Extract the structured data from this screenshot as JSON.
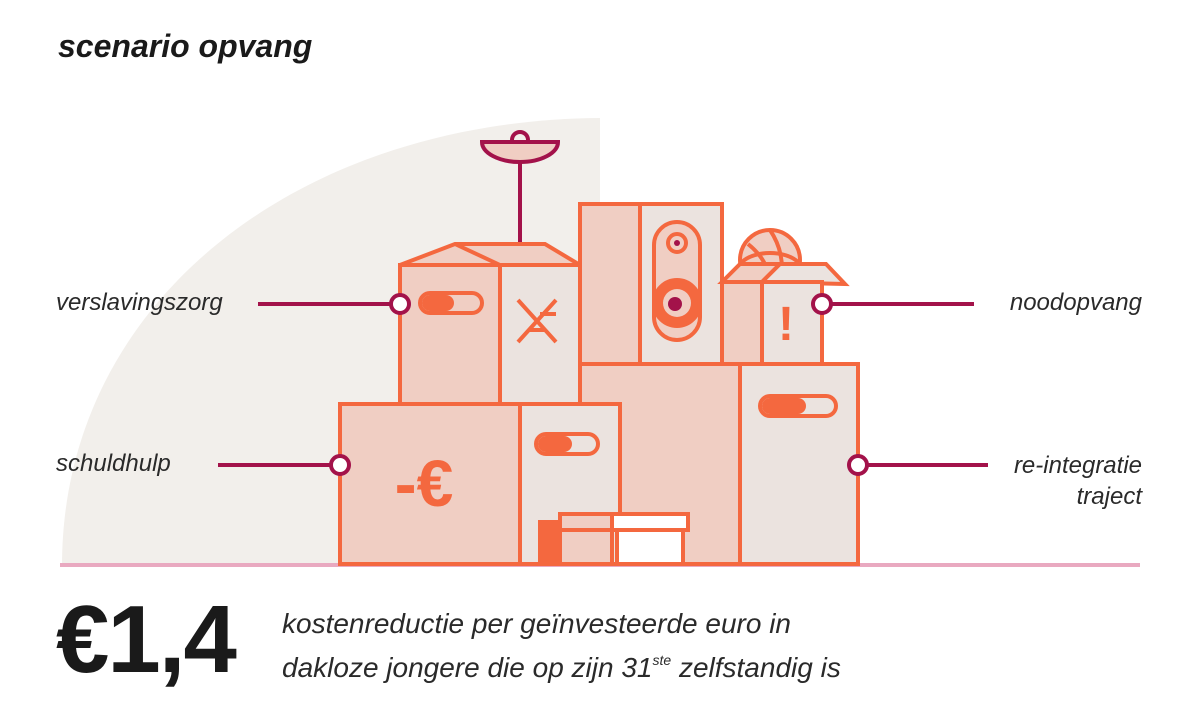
{
  "title": "scenario opvang",
  "labels": {
    "verslavingszorg": "verslavingszorg",
    "schuldhulp": "schuldhulp",
    "noodopvang": "noodopvang",
    "reintegratie_line1": "re-integratie",
    "reintegratie_line2": "traject"
  },
  "box_text": {
    "minus_euro": "-€",
    "exclamation": "!"
  },
  "stat": {
    "value": "€1,4",
    "caption_line1": "kostenreductie per geïnvesteerde euro in",
    "caption_line2_pre": "dakloze jongere die op zijn 31",
    "caption_sup": "ste",
    "caption_line2_post": " zelfstandig is"
  },
  "colors": {
    "orange": "#f4683f",
    "box_fill": "#f0cec3",
    "box_fill_light": "#ebe3df",
    "backdrop": "#f2efeb",
    "connector": "#a3124a",
    "ground": "#e9a9c0"
  },
  "icons": [
    "lamp-icon",
    "speaker-icon",
    "ball-icon",
    "tape-icon",
    "scissors-icon"
  ]
}
